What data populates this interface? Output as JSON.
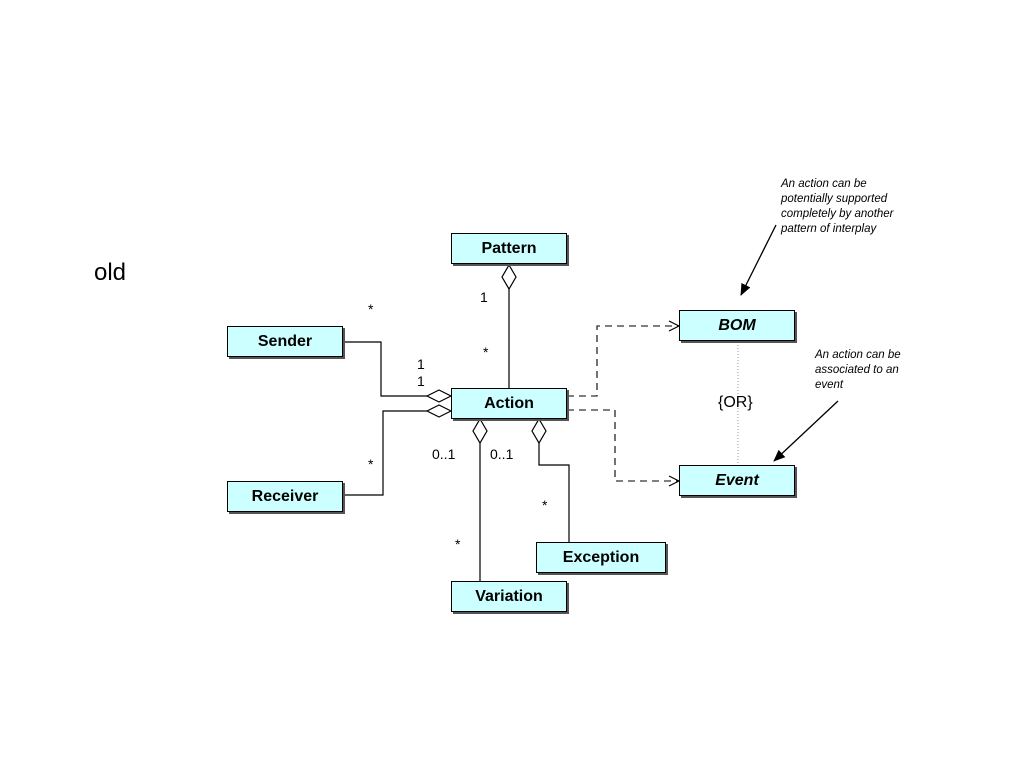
{
  "slide_label": "old",
  "classes": {
    "pattern": "Pattern",
    "sender": "Sender",
    "action": "Action",
    "receiver": "Receiver",
    "variation": "Variation",
    "exception": "Exception",
    "bom": "BOM",
    "event": "Event"
  },
  "multiplicities": {
    "pattern_action_1": "1",
    "pattern_action_star": "*",
    "sender_star": "*",
    "sender_1": "1",
    "receiver_1": "1",
    "receiver_star": "*",
    "variation_01": "0..1",
    "variation_star": "*",
    "exception_01": "0..1",
    "exception_star": "*"
  },
  "constraint": "{OR}",
  "notes": {
    "bom_note": "An action can be\npotentially supported\ncompletely by another\npattern of interplay",
    "event_note": "An action can be\nassociated to an\nevent"
  }
}
